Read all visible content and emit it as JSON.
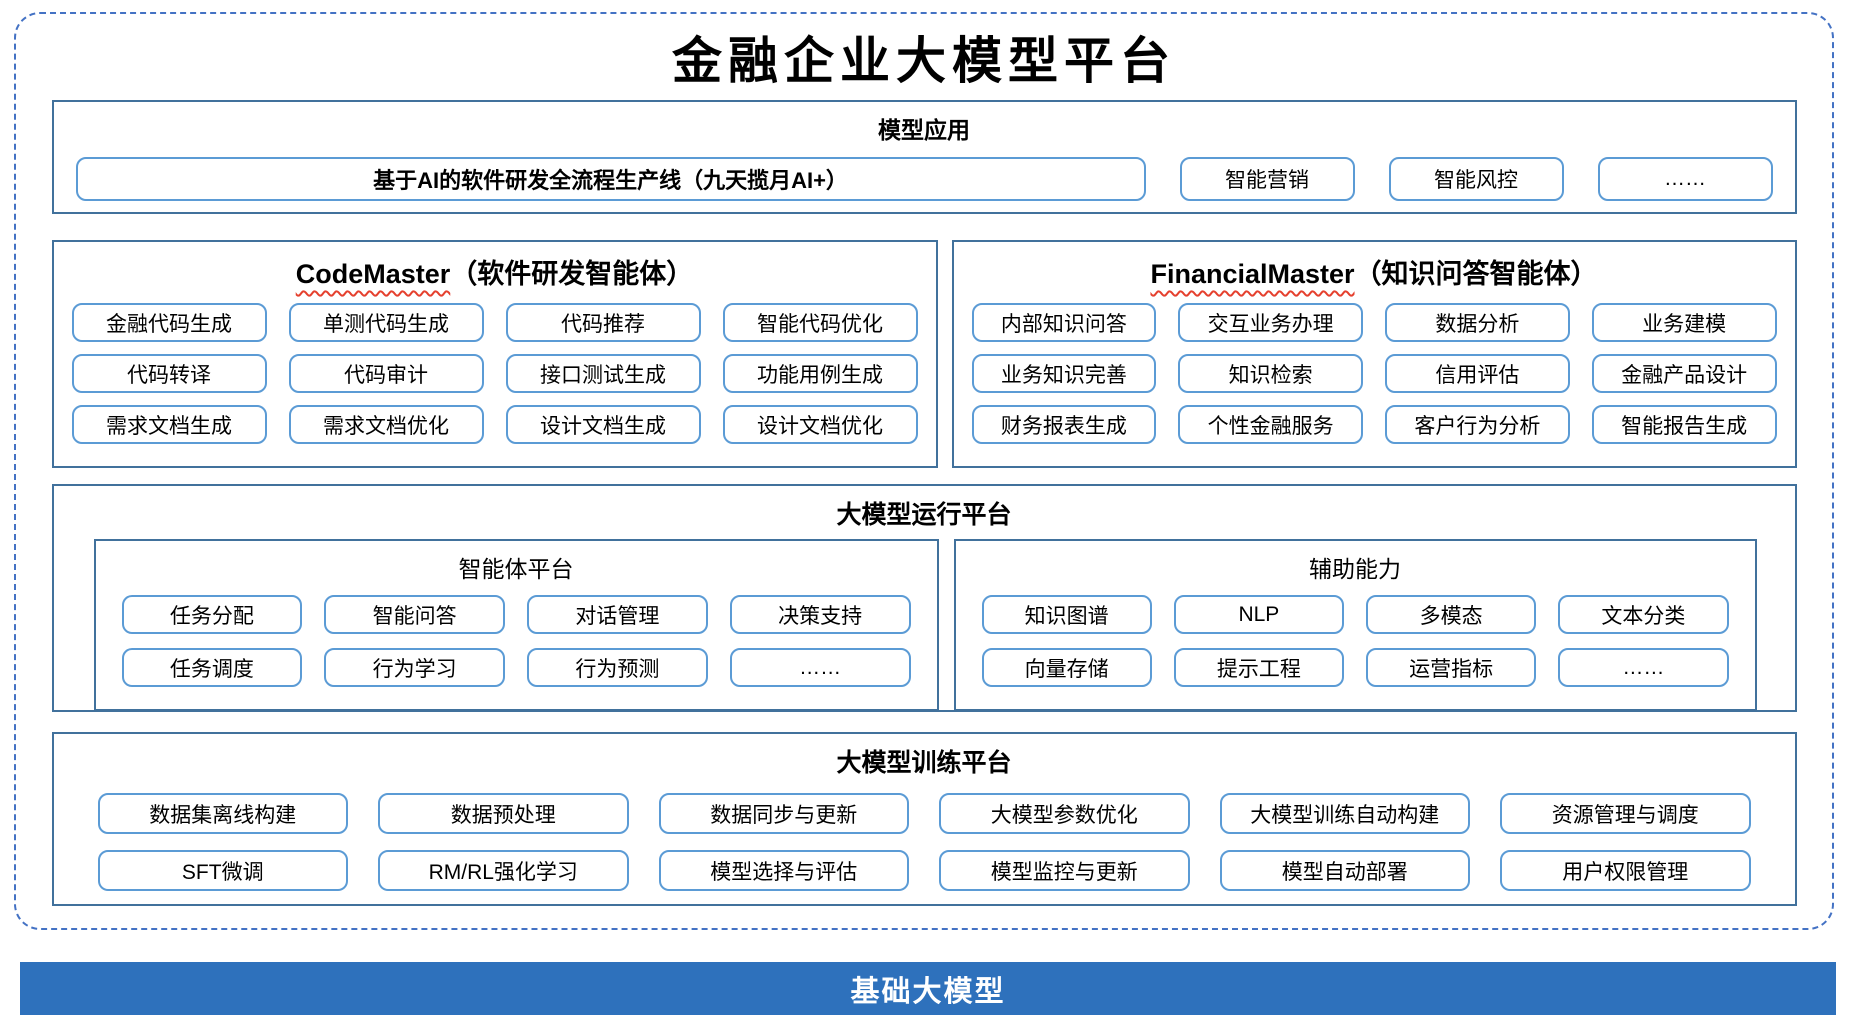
{
  "title": "金融企业大模型平台",
  "colors": {
    "dashed_border": "#4472C4",
    "section_border": "#41719C",
    "pill_border": "#5B9BD5",
    "footer_bg": "#2E71BC",
    "wavy_underline": "#E5402E"
  },
  "model_apps": {
    "header": "模型应用",
    "main_item": "基于AI的软件研发全流程生产线（九天揽月AI+）",
    "items": [
      "智能营销",
      "智能风控",
      "……"
    ]
  },
  "code_master": {
    "title_en": "CodeMaster",
    "title_zh": "（软件研发智能体）",
    "items": [
      "金融代码生成",
      "单测代码生成",
      "代码推荐",
      "智能代码优化",
      "代码转译",
      "代码审计",
      "接口测试生成",
      "功能用例生成",
      "需求文档生成",
      "需求文档优化",
      "设计文档生成",
      "设计文档优化"
    ]
  },
  "financial_master": {
    "title_en": "FinancialMaster",
    "title_zh": "（知识问答智能体）",
    "items": [
      "内部知识问答",
      "交互业务办理",
      "数据分析",
      "业务建模",
      "业务知识完善",
      "知识检索",
      "信用评估",
      "金融产品设计",
      "财务报表生成",
      "个性金融服务",
      "客户行为分析",
      "智能报告生成"
    ]
  },
  "runtime_platform": {
    "header": "大模型运行平台",
    "agent_platform": {
      "header": "智能体平台",
      "items": [
        "任务分配",
        "智能问答",
        "对话管理",
        "决策支持",
        "任务调度",
        "行为学习",
        "行为预测",
        "……"
      ]
    },
    "auxiliary": {
      "header": "辅助能力",
      "items": [
        "知识图谱",
        "NLP",
        "多模态",
        "文本分类",
        "向量存储",
        "提示工程",
        "运营指标",
        "……"
      ]
    }
  },
  "training_platform": {
    "header": "大模型训练平台",
    "items": [
      "数据集离线构建",
      "数据预处理",
      "数据同步与更新",
      "大模型参数优化",
      "大模型训练自动构建",
      "资源管理与调度",
      "SFT微调",
      "RM/RL强化学习",
      "模型选择与评估",
      "模型监控与更新",
      "模型自动部署",
      "用户权限管理"
    ]
  },
  "foundation": {
    "label": "基础大模型"
  }
}
